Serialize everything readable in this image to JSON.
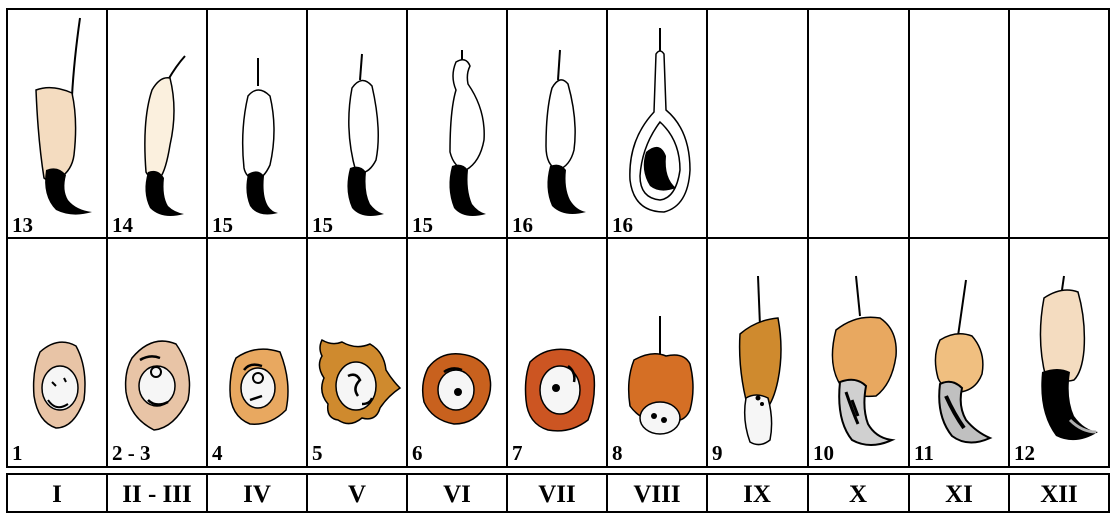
{
  "stage_labels": [
    "I",
    "II - III",
    "IV",
    "V",
    "VI",
    "VII",
    "VIII",
    "IX",
    "X",
    "XI",
    "XII"
  ],
  "top_row_numbers": [
    "13",
    "14",
    "15",
    "15",
    "15",
    "16",
    "16"
  ],
  "bottom_row_numbers": [
    "1",
    "2 - 3",
    "4",
    "5",
    "6",
    "7",
    "8",
    "9",
    "10",
    "11",
    "12"
  ],
  "colors": {
    "line": "#000000",
    "fill_pale_beige": "#f4dcc0",
    "fill_cream": "#fbf0de",
    "fill_pink_beige": "#e8c4a6",
    "fill_light_orange": "#e8a860",
    "fill_dark_gold": "#cf8a2e",
    "fill_brown_orange": "#c8611e",
    "fill_red_orange": "#cc5522",
    "fill_orange": "#d56f25",
    "fill_tan": "#f0bf80",
    "nucleus": "#f6f6f6",
    "claw": "#000000"
  }
}
